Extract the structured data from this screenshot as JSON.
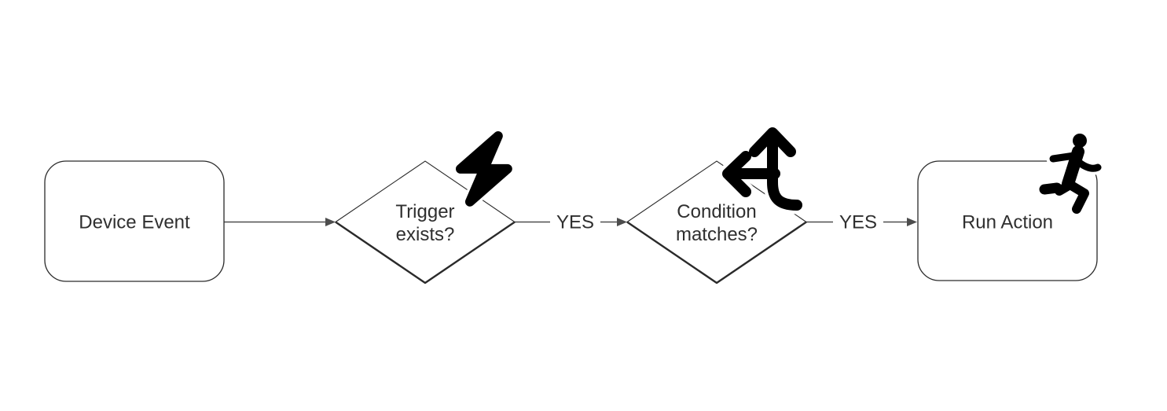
{
  "diagram": {
    "colors": {
      "bg": "#ffffff",
      "stroke": "#2a2a2a",
      "connector": "#4d4d4d",
      "text": "#2f2f2f",
      "icon": "#000000"
    },
    "nodes": [
      {
        "id": "device-event",
        "type": "rounded-rect",
        "label": "Device Event",
        "icon": null
      },
      {
        "id": "trigger-exists",
        "type": "decision-diamond",
        "label": "Trigger exists?",
        "icon": "lightning-bolt-icon"
      },
      {
        "id": "condition-matches",
        "type": "decision-diamond",
        "label": "Condition matches?",
        "icon": "split-arrows-icon"
      },
      {
        "id": "run-action",
        "type": "rounded-rect",
        "label": "Run Action",
        "icon": "person-running-icon"
      }
    ],
    "edges": [
      {
        "from": "device-event",
        "to": "trigger-exists",
        "label": ""
      },
      {
        "from": "trigger-exists",
        "to": "condition-matches",
        "label": "YES"
      },
      {
        "from": "condition-matches",
        "to": "run-action",
        "label": "YES"
      }
    ]
  }
}
